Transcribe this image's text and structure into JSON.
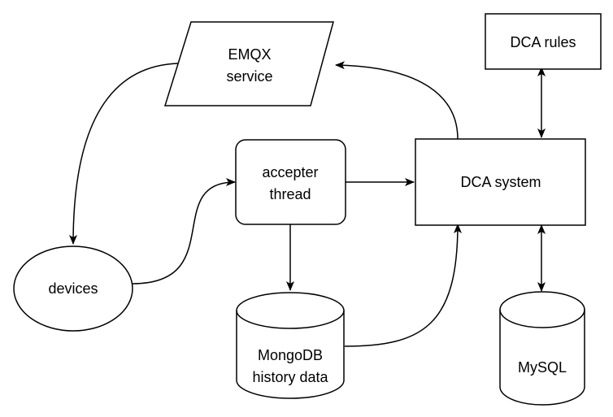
{
  "nodes": {
    "emqx": {
      "line1": "EMQX",
      "line2": "service"
    },
    "dca_rules": {
      "label": "DCA rules"
    },
    "accepter": {
      "line1": "accepter",
      "line2": "thread"
    },
    "dca_system": {
      "label": "DCA system"
    },
    "devices": {
      "label": "devices"
    },
    "mongodb": {
      "line1": "MongoDB",
      "line2": "history data"
    },
    "mysql": {
      "label": "MySQL"
    }
  },
  "edges": [
    {
      "from": "DCA system",
      "to": "EMQX service",
      "direction": "forward"
    },
    {
      "from": "EMQX service",
      "to": "devices",
      "direction": "forward"
    },
    {
      "from": "devices",
      "to": "accepter thread",
      "direction": "forward"
    },
    {
      "from": "accepter thread",
      "to": "DCA system",
      "direction": "forward"
    },
    {
      "from": "accepter thread",
      "to": "MongoDB history data",
      "direction": "forward"
    },
    {
      "from": "MongoDB history data",
      "to": "DCA system",
      "direction": "forward"
    },
    {
      "from": "DCA system",
      "to": "DCA rules",
      "direction": "both"
    },
    {
      "from": "DCA system",
      "to": "MySQL",
      "direction": "both"
    }
  ]
}
